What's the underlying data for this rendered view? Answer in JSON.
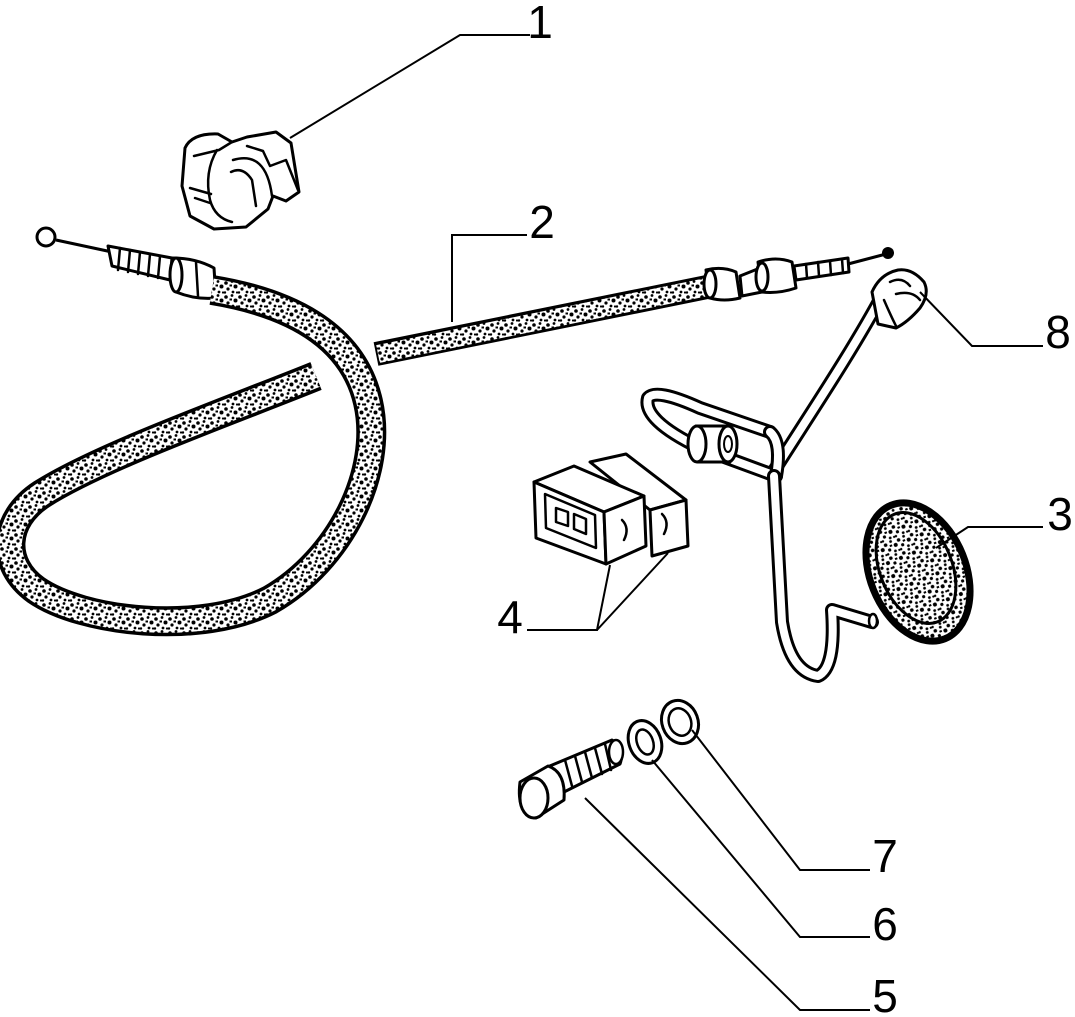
{
  "callouts": [
    {
      "label": "1"
    },
    {
      "label": "2"
    },
    {
      "label": "3"
    },
    {
      "label": "4"
    },
    {
      "label": "5"
    },
    {
      "label": "6"
    },
    {
      "label": "7"
    },
    {
      "label": "8"
    }
  ],
  "colors": {
    "ink": "#000000",
    "background": "#ffffff"
  }
}
